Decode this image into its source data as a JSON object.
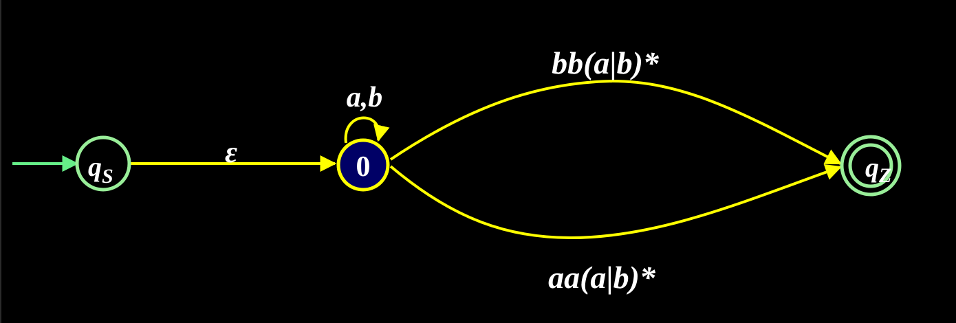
{
  "diagram": {
    "states": {
      "start": {
        "main": "q",
        "sub": "S"
      },
      "middle": {
        "label": "0"
      },
      "final": {
        "main": "q",
        "sub": "Z"
      }
    },
    "edges": {
      "epsilon": "ε",
      "self_loop": "a,b",
      "upper": {
        "p1": "bb(",
        "a": "a",
        "bar": "|",
        "b": "b",
        "p2": ")*"
      },
      "lower": {
        "p1": "aa(",
        "a": "a",
        "bar": "|",
        "b": "b",
        "p2": ")*"
      }
    },
    "colors": {
      "background": "#000000",
      "transition": "#ffff00",
      "start_arrow": "#66ee88",
      "start_state_stroke": "#99ee99",
      "final_state_stroke": "#99ee99",
      "middle_state_fill": "#000066",
      "middle_state_stroke": "#ffff00",
      "text": "#ffffff"
    }
  }
}
